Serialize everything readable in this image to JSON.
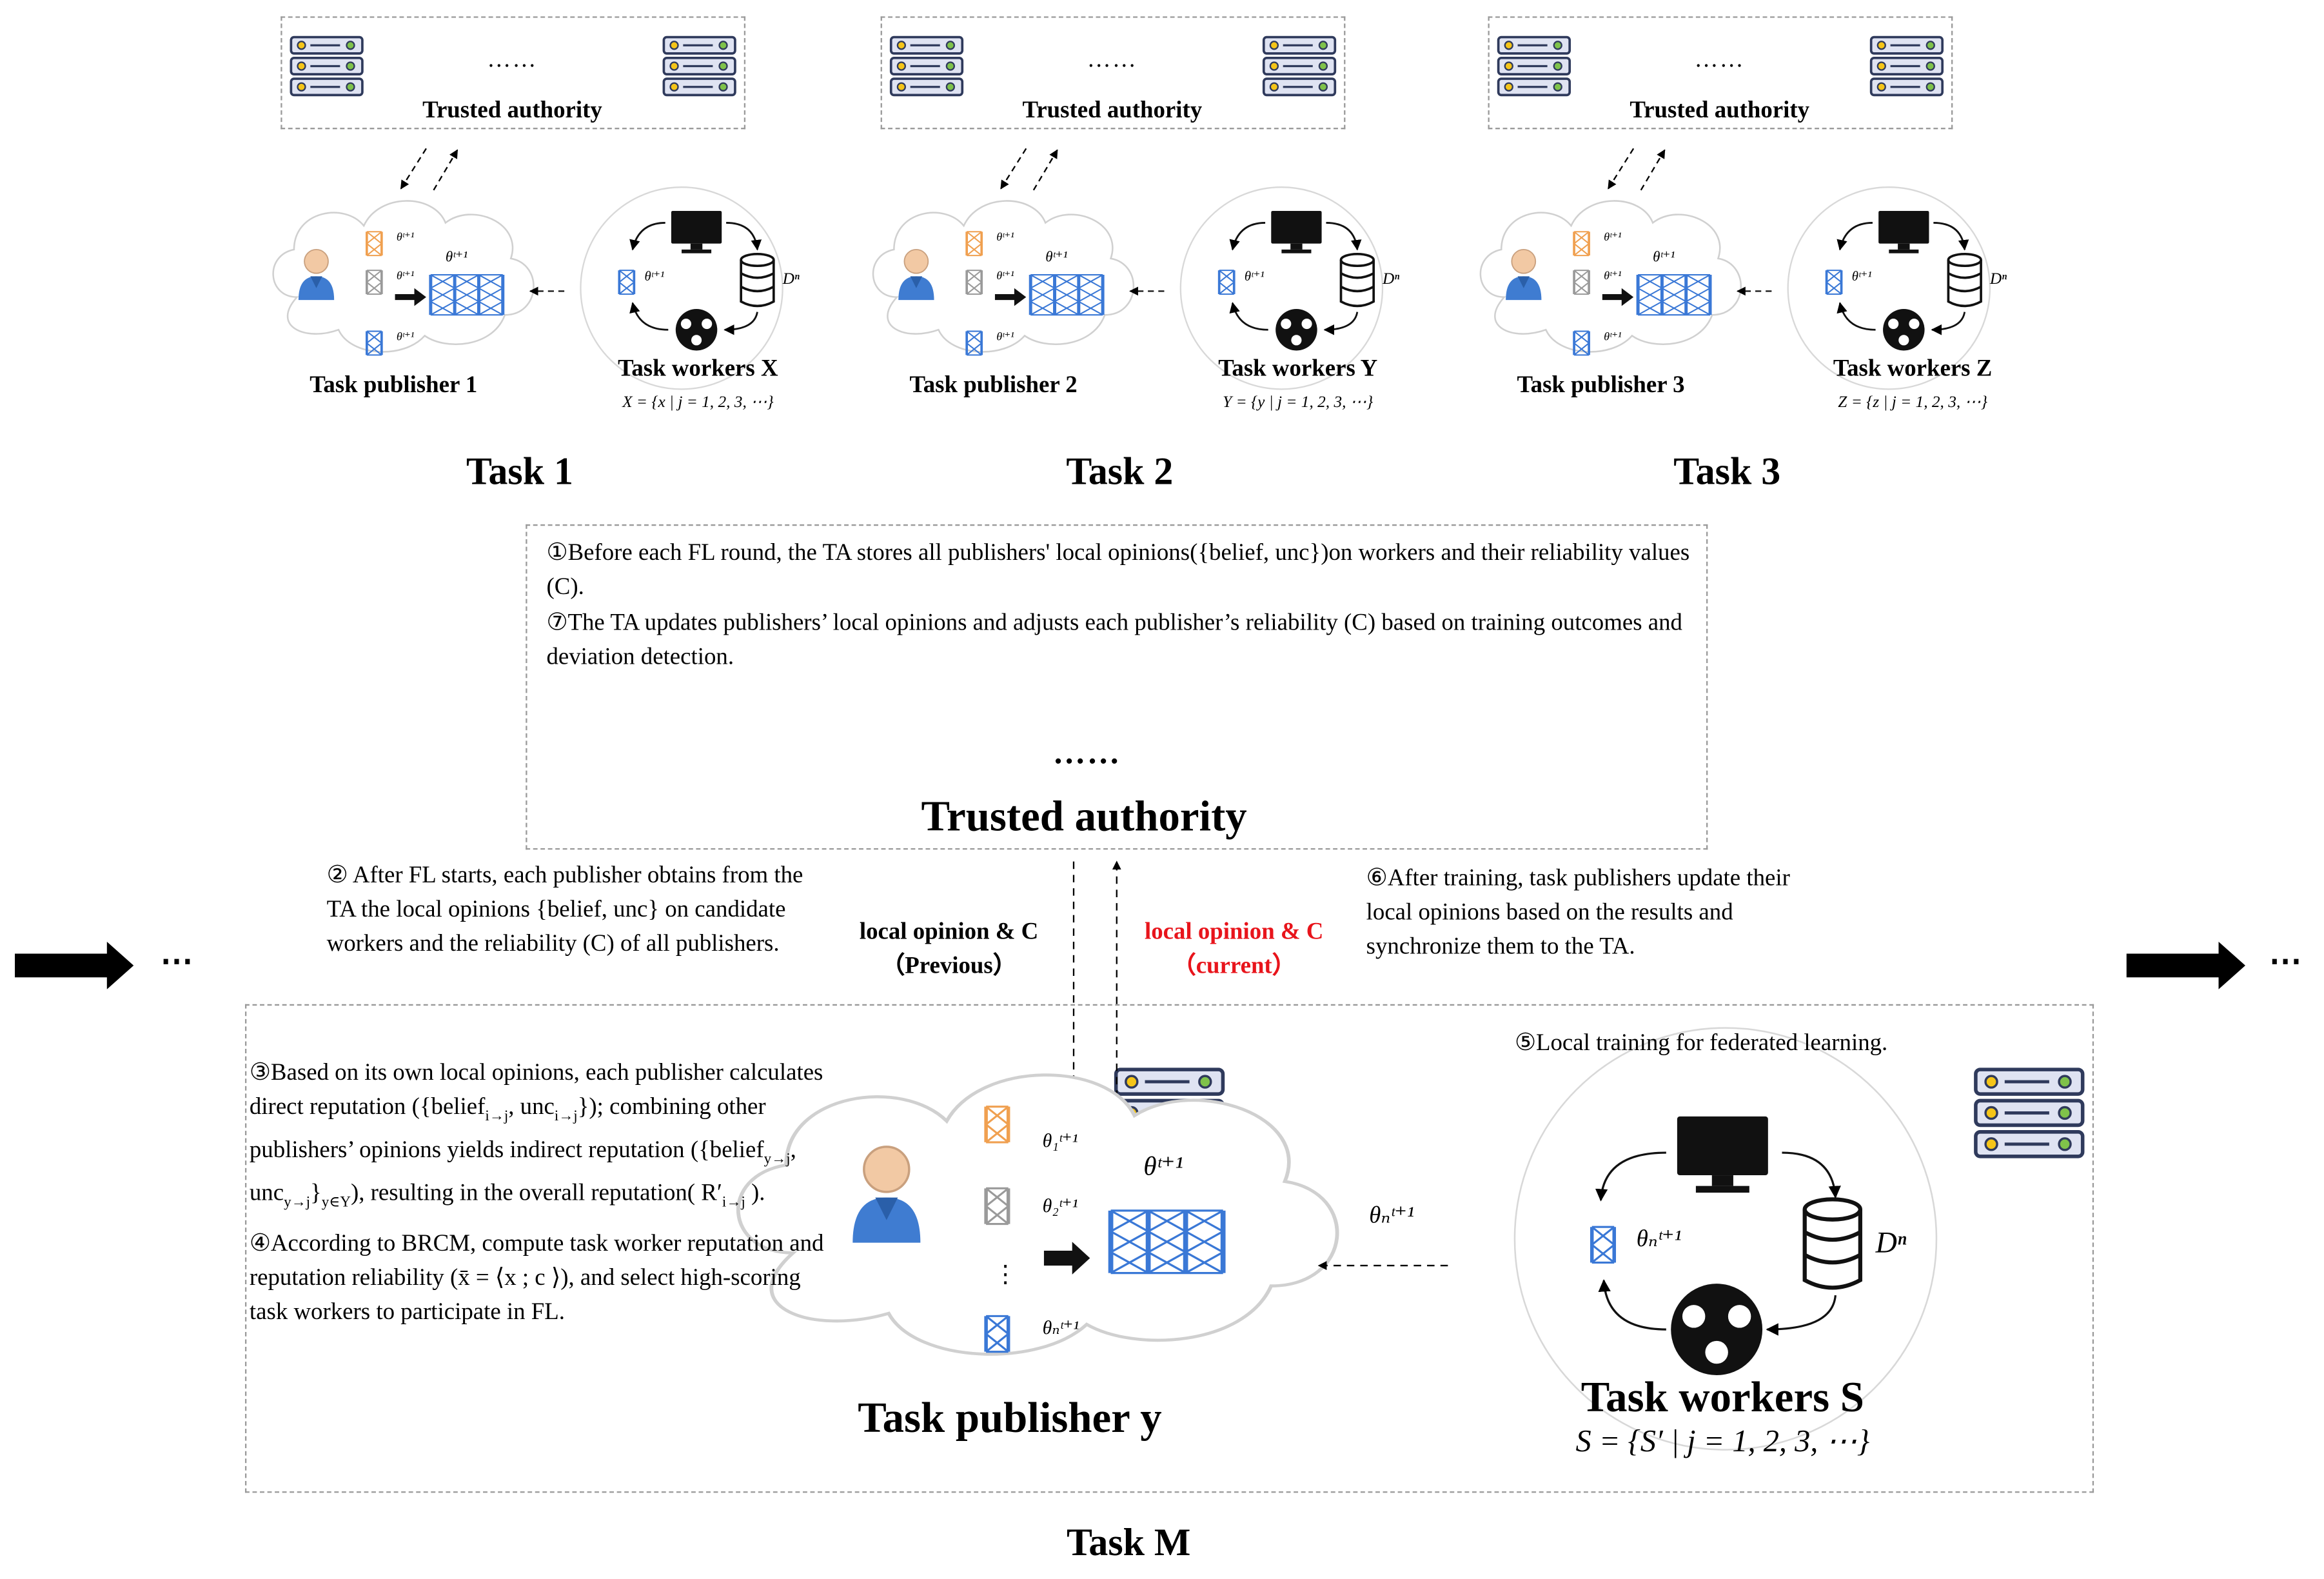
{
  "top_tasks": [
    {
      "authority_label": "Trusted authority",
      "dots": "……",
      "publisher_label": "Task publisher 1",
      "workers_label": "Task workers X",
      "workers_set": "X = {x | j = 1, 2, 3, ⋯}",
      "dataset_label": "Dⁿ",
      "theta_main": "θᵗ⁺¹",
      "theta_worker": "θᵗ⁺¹",
      "task_title": "Task 1"
    },
    {
      "authority_label": "Trusted authority",
      "dots": "……",
      "publisher_label": "Task publisher 2",
      "workers_label": "Task workers Y",
      "workers_set": "Y = {y | j = 1, 2, 3, ⋯}",
      "dataset_label": "Dⁿ",
      "theta_main": "θᵗ⁺¹",
      "theta_worker": "θᵗ⁺¹",
      "task_title": "Task 2"
    },
    {
      "authority_label": "Trusted authority",
      "dots": "……",
      "publisher_label": "Task publisher 3",
      "workers_label": "Task workers Z",
      "workers_set": "Z = {z | j = 1, 2, 3, ⋯}",
      "dataset_label": "Dⁿ",
      "theta_main": "θᵗ⁺¹",
      "theta_worker": "θᵗ⁺¹",
      "task_title": "Task 3"
    }
  ],
  "central_authority": {
    "step1": "①Before each FL round, the TA stores all publishers' local opinions({belief, unc})on workers and their reliability values (C).",
    "step7": "⑦The TA updates publishers’ local opinions and adjusts each publisher’s reliability (C) based on training outcomes and deviation detection.",
    "dots": "……",
    "label": "Trusted authority"
  },
  "flow": {
    "step2": "② After FL starts, each publisher obtains from the TA the local opinions {belief, unc} on candidate workers and the reliability (C) of all publishers.",
    "step6": "⑥After training, task publishers update their local opinions based on the results and synchronize them to the TA.",
    "down_label_line1": "local opinion & C",
    "down_label_line2": "（Previous）",
    "up_label_line1": "local opinion & C",
    "up_label_line2": "（current）",
    "up_label_color": "#e8141b",
    "ellipsis": "⋯"
  },
  "task_m": {
    "step3_a": "③Based on its own local opinions, each publisher calculates direct reputation ({belief",
    "step3_sub1": "i→j",
    "step3_b": ", unc",
    "step3_sub2": "i→j",
    "step3_c": "});",
    "step3_d": "combining other publishers’ opinions yields indirect reputation ({belief",
    "step3_sub3": "y→j",
    "step3_e": ", unc",
    "step3_sub4": "y→j",
    "step3_f": "}",
    "step3_sub5": "y∈Y",
    "step3_g": "), resulting in the overall reputation( R′",
    "step3_sub6": "i→j",
    "step3_h": " ).",
    "step4": "④According to BRCM, compute task worker reputation and reputation reliability (x̄ = ⟨x ; c ⟩), and select high-scoring task workers to participate in FL.",
    "step5": "⑤Local training for federated learning.",
    "publisher_label": "Task publisher y",
    "workers_label": "Task workers S",
    "workers_set": "S = {S′ | j = 1, 2, 3, ⋯}",
    "dataset_label": "Dⁿ",
    "theta_main": "θᵗ⁺¹",
    "theta_1": "θ₁ᵗ⁺¹",
    "theta_2": "θ₂ᵗ⁺¹",
    "theta_n": "θₙᵗ⁺¹",
    "theta_worker": "θₙᵗ⁺¹",
    "theta_arrow": "θₙᵗ⁺¹",
    "vdots": "⋮",
    "title": "Task M"
  },
  "colors": {
    "server_border": "#2f3a5c",
    "server_fill": "#dfe3f2",
    "server_light_a": "#f5c518",
    "server_light_b": "#7fc24a",
    "nn_blue": "#3a78d6",
    "nn_orange": "#f0a050",
    "nn_gray": "#9a9a9a",
    "person_skin": "#f2c9a4",
    "person_shirt": "#3f7cd1"
  }
}
